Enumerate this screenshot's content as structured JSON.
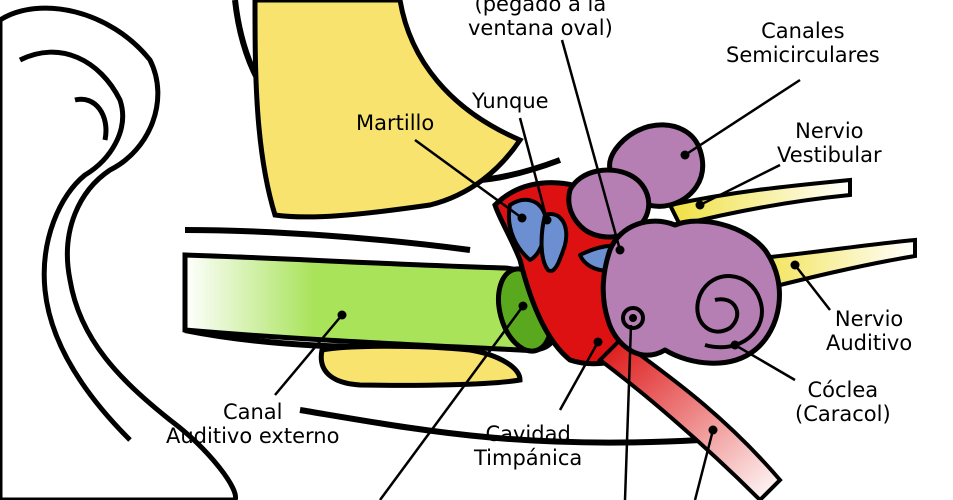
{
  "labels": {
    "estribo": {
      "line1": "(pegado a la",
      "line2": "ventana oval)"
    },
    "canales": {
      "line1": "Canales",
      "line2": "Semicirculares"
    },
    "martillo": {
      "line1": "Martillo"
    },
    "yunque": {
      "line1": "Yunque"
    },
    "nervio_vestibular": {
      "line1": "Nervio",
      "line2": "Vestibular"
    },
    "nervio_auditivo": {
      "line1": "Nervio",
      "line2": "Auditivo"
    },
    "coclea": {
      "line1": "Cóclea",
      "line2": "(Caracol)"
    },
    "canal_auditivo": {
      "line1": "Canal",
      "line2": "Auditivo externo"
    },
    "cavidad": {
      "line1": "Cavidad",
      "line2": "Timpánica"
    }
  },
  "colors": {
    "outline": "#000000",
    "bone": "#f7e36e",
    "canal": "#a8e35a",
    "eardrum": "#5aa81e",
    "tympanic": "#dd1111",
    "ossicles": "#6b8fd0",
    "inner_ear": "#b57fb3",
    "nerve": "#f0e040"
  }
}
